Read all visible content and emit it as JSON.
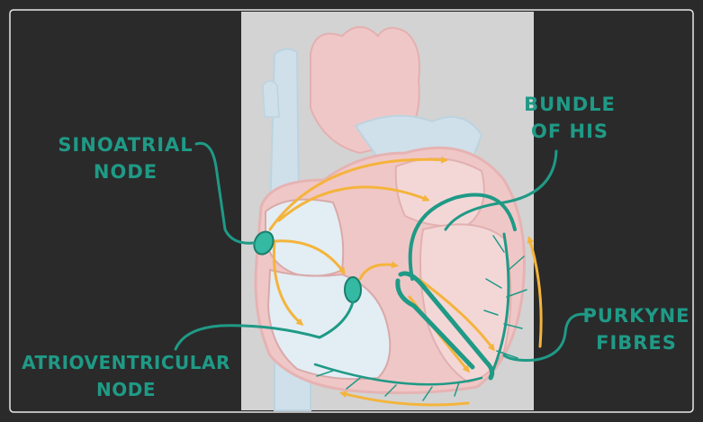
{
  "labels": {
    "sinoatrial": [
      "SINOATRIAL",
      "NODE"
    ],
    "bundle_his": [
      "BUNDLE",
      "OF HIS"
    ],
    "purkyne": [
      "PURKYNE",
      "FIBRES"
    ],
    "atrioventricular": [
      "ATRIOVENTRICULAR",
      "NODE"
    ]
  },
  "colors": {
    "background": "#2a2a2a",
    "panel": "#d3d3d3",
    "label": "#1f9a86",
    "conduction": "#1f9a86",
    "node_fill": "#34b9a3",
    "impulse_arrow": "#f4b43c",
    "heart_muscle": "#f0c7c7",
    "vessel": "#cfe0ea",
    "chamber": "#e3edf4"
  }
}
